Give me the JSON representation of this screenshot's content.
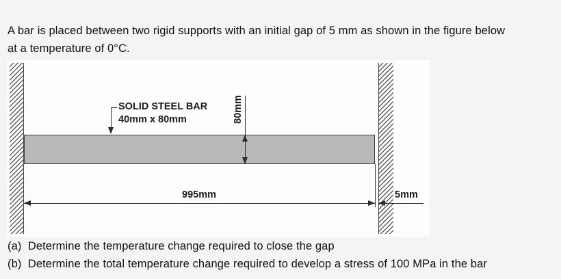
{
  "problem": {
    "line1": "A bar is placed between two rigid supports with an initial gap of 5 mm as shown in the figure below",
    "line2": "at a temperature of 0°C.",
    "question_a": "(a)  Determine the temperature change required to close the gap",
    "question_b": "(b)  Determine the total temperature change required to develop a stress of 100 MPa in the bar"
  },
  "figure": {
    "bar_label_title": "SOLID STEEL BAR",
    "bar_label_size": "40mm x 80mm",
    "dim_height": "80mm",
    "dim_length": "995mm",
    "dim_gap": "5mm",
    "bar_fill": "#b9b9b9",
    "line_color": "#2a2a2a"
  }
}
